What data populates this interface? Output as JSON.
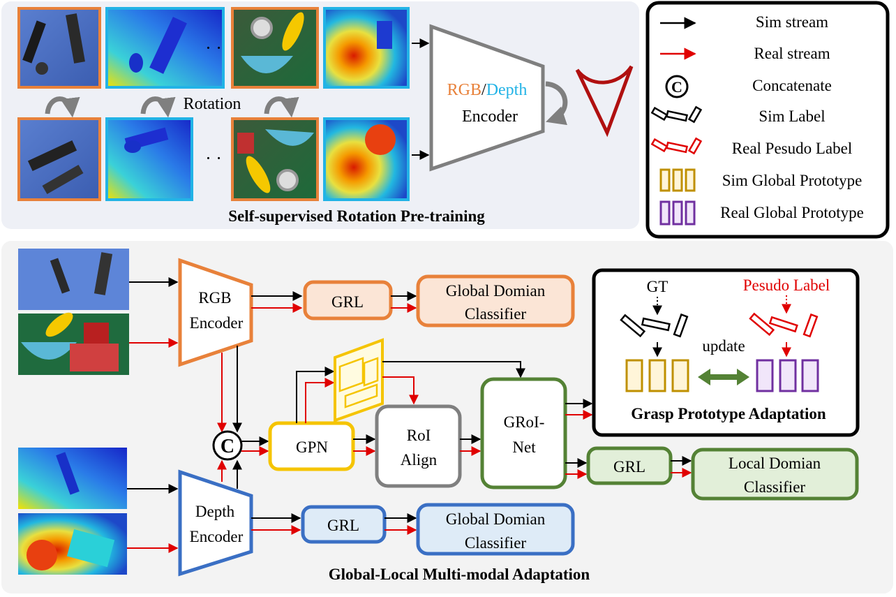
{
  "top_panel": {
    "title": "Self-supervised Rotation Pre-training",
    "rotation_label": "Rotation",
    "ellipsis": "· ·",
    "encoder": {
      "prefix_rgb": "RGB",
      "slash": "/",
      "depth": "Depth",
      "line2": "Encoder"
    }
  },
  "legend": {
    "items": [
      {
        "icon": "black-arrow-icon",
        "label": "Sim stream"
      },
      {
        "icon": "red-arrow-icon",
        "label": "Real stream"
      },
      {
        "icon": "concatenate-icon",
        "label": "Concatenate",
        "glyph": "C"
      },
      {
        "icon": "sim-label-icon",
        "label": "Sim Label"
      },
      {
        "icon": "real-pseudo-label-icon",
        "label": "Real Pesudo Label"
      },
      {
        "icon": "sim-prototype-icon",
        "label": "Sim Global Prototype"
      },
      {
        "icon": "real-prototype-icon",
        "label": "Real Global Prototype"
      }
    ]
  },
  "bottom_panel": {
    "title": "Global-Local Multi-modal Adaptation",
    "rgb_encoder": [
      "RGB",
      "Encoder"
    ],
    "depth_encoder": [
      "Depth",
      "Encoder"
    ],
    "grl": "GRL",
    "global_classifier": [
      "Global Domian",
      "Classifier"
    ],
    "local_classifier": [
      "Local Domian",
      "Classifier"
    ],
    "gpn": "GPN",
    "roi_align": [
      "RoI",
      "Align"
    ],
    "groi_net": [
      "GRoI-",
      "Net"
    ],
    "concat_glyph": "C",
    "gpa": {
      "title": "Grasp Prototype Adaptation",
      "gt": "GT",
      "pseudo_label": "Pesudo Label",
      "update": "update"
    }
  },
  "colors": {
    "orange": "#e8813a",
    "blue": "#3a6fc4",
    "yellow": "#f5c400",
    "green": "#548235",
    "gray": "#7f7f7f",
    "red": "#e00000",
    "gold": "#bf9000",
    "purple": "#7030a0",
    "cyan": "#22b3e6",
    "dark_red": "#b01010"
  }
}
